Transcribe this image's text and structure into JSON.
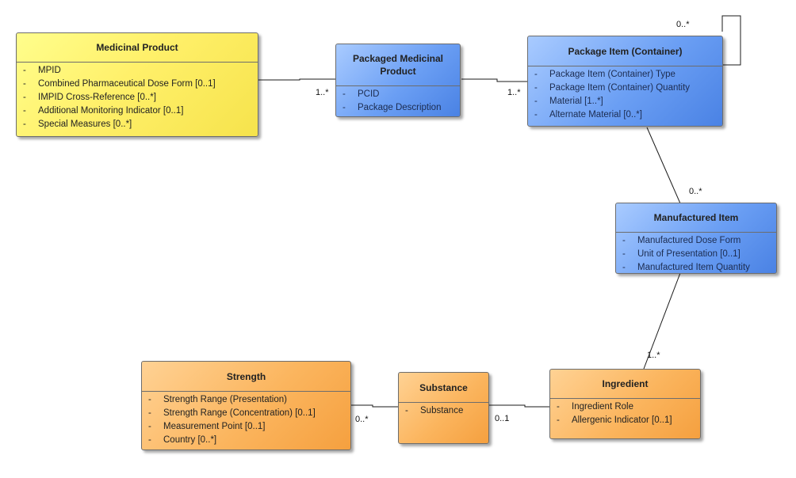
{
  "classes": {
    "medicinal_product": {
      "title": "Medicinal Product",
      "attributes": [
        "MPID",
        "Combined Pharmaceutical Dose Form [0..1]",
        "IMPID Cross-Reference [0..*]",
        "Additional Monitoring Indicator [0..1]",
        "Special Measures [0..*]"
      ],
      "color": "#fff06a"
    },
    "packaged_medicinal_product": {
      "title": "Packaged Medicinal Product",
      "attributes": [
        "PCID",
        "Package Description"
      ],
      "color": "#6b9ff4"
    },
    "package_item": {
      "title": "Package Item (Container)",
      "attributes": [
        "Package Item (Container) Type",
        "Package Item (Container) Quantity",
        "Material [1..*]",
        "Alternate Material [0..*]"
      ],
      "color": "#6b9ff4"
    },
    "manufactured_item": {
      "title": "Manufactured Item",
      "attributes": [
        "Manufactured Dose Form",
        "Unit of Presentation [0..1]",
        "Manufactured Item Quantity"
      ],
      "color": "#6b9ff4"
    },
    "ingredient": {
      "title": "Ingredient",
      "attributes": [
        "Ingredient Role",
        "Allergenic Indicator [0..1]"
      ],
      "color": "#fbb55e"
    },
    "substance": {
      "title": "Substance",
      "attributes": [
        "Substance"
      ],
      "color": "#fbb55e"
    },
    "strength": {
      "title": "Strength",
      "attributes": [
        "Strength Range (Presentation)",
        "Strength Range (Concentration) [0..1]",
        "Measurement Point [0..1]",
        "Country [0..*]"
      ],
      "color": "#fbb55e"
    }
  },
  "multiplicities": {
    "mp_to_pmp": "1..*",
    "pmp_to_pi": "1..*",
    "pi_self": "0..*",
    "pi_to_mi": "0..*",
    "mi_to_ing": "1..*",
    "ing_to_sub": "0..1",
    "sub_to_str": "0..*"
  },
  "attribute_prefix": "-"
}
